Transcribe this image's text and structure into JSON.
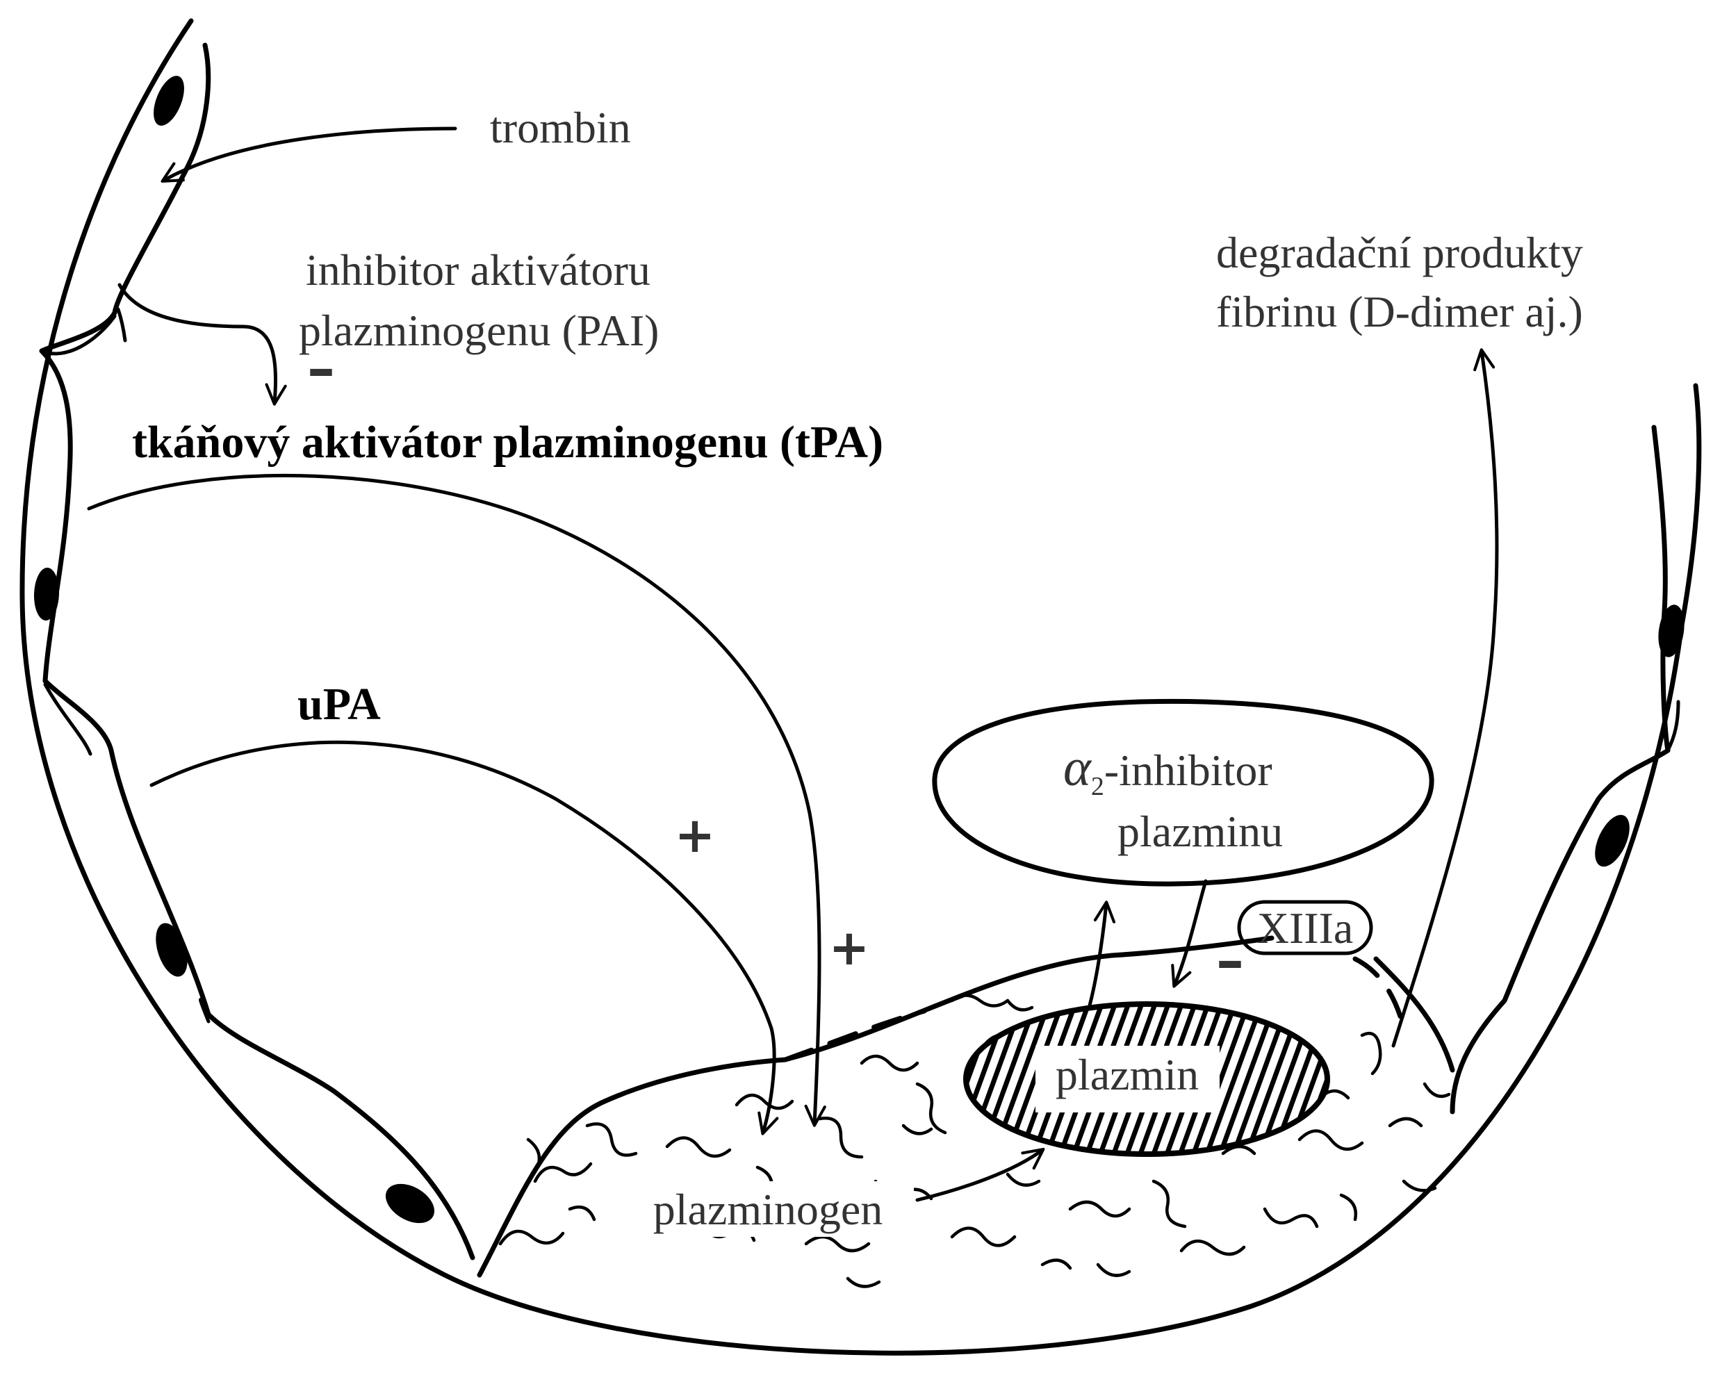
{
  "labels": {
    "thrombin": "trombin",
    "pai_line1": "inhibitor aktivátoru",
    "pai_line2": "plazminogenu (PAI)",
    "tpa": "tkáňový aktivátor plazminogenu (tPA)",
    "upa": "uPA",
    "fdp_line1": "degradační produkty",
    "fdp_line2": "fibrinu (D-dimer aj.)",
    "alpha_symbol": "α",
    "alpha_subscript": "2",
    "alpha_rest": "-inhibitor",
    "alpha_line2": "plazminu",
    "xiiia": "XIIIa",
    "plasmin": "plazmin",
    "plasminogen": "plazminogen"
  },
  "signs": {
    "pai_inhibition": "–",
    "upa_activation": "+",
    "tpa_activation": "+",
    "alpha2_inhibition": "–"
  }
}
